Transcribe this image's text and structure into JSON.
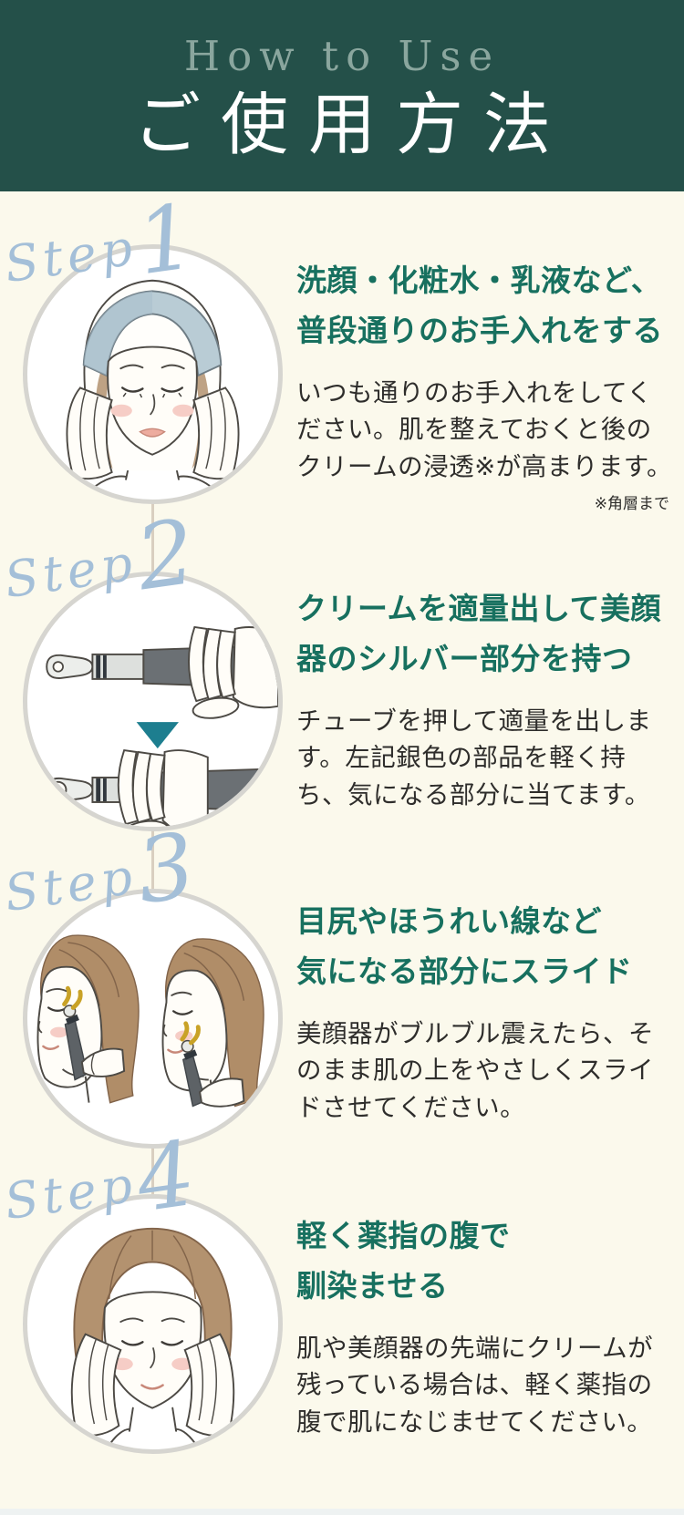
{
  "header": {
    "subtitle": "How to Use",
    "title": "ご使用方法"
  },
  "colors": {
    "header_bg": "#245049",
    "header_subtitle": "#8aa69e",
    "header_title": "#ffffff",
    "page_bg": "#fbf9ec",
    "heading_text": "#17705f",
    "body_text": "#2e2d2b",
    "step_script": "#a4bfd8",
    "connector_line": "#d9cfc0",
    "circle_border": "#d6d5d0",
    "arrow_accent": "#1d7e8f",
    "sparkle_accent": "#c9a227"
  },
  "steps": [
    {
      "label": "Step",
      "number": "1",
      "heading": "洗顔・化粧水・乳液など、\n普段通りのお手入れをする",
      "body": "いつも通りのお手入れをしてください。肌を整えておくと後のクリームの浸透※が高まります。",
      "note": "※角層まで",
      "illustration": "woman-face-headband-hands-on-cheeks"
    },
    {
      "label": "Step",
      "number": "2",
      "heading": "クリームを適量出して美顔\n器のシルバー部分を持つ",
      "body": "チューブを押して適量を出します。左記銀色の部品を軽く持ち、気になる部分に当てます。",
      "illustration": "device-tube-squeeze-then-hold-silver-part"
    },
    {
      "label": "Step",
      "number": "3",
      "heading": "目尻やほうれい線など\n気になる部分にスライド",
      "body": "美顔器がブルブル震えたら、そのまま肌の上をやさしくスライドさせてください。",
      "illustration": "slide-device-on-eye-corner-and-smile-lines"
    },
    {
      "label": "Step",
      "number": "4",
      "heading": "軽く薬指の腹で\n馴染ませる",
      "body": "肌や美顔器の先端にクリームが残っている場合は、軽く薬指の腹で肌になじませてください。",
      "illustration": "blend-cream-with-ring-fingers"
    }
  ]
}
